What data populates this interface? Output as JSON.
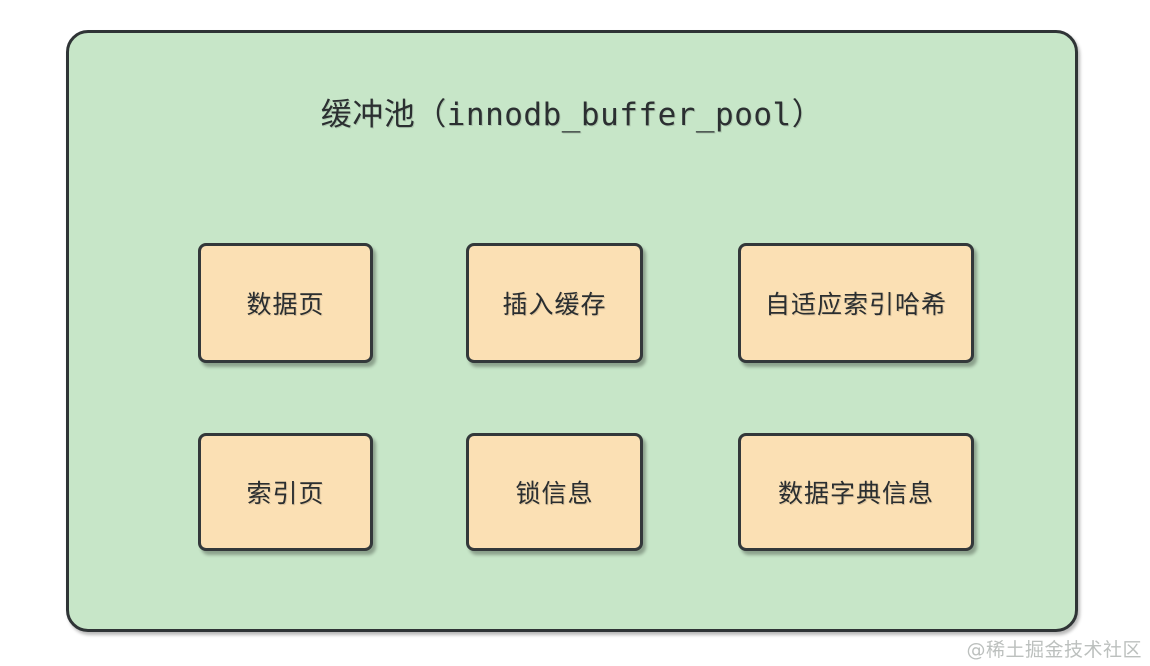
{
  "diagram": {
    "title_cn": "缓冲池（",
    "title_code": "innodb_buffer_pool",
    "title_close": "）",
    "container_name": "缓冲池（innodb_buffer_pool）",
    "container_fill": "#c7e6c8",
    "container_border": "#2f3436",
    "box_fill": "#fbe0b4",
    "box_border": "#33383a",
    "components": [
      {
        "id": "data-page",
        "label": "数据页"
      },
      {
        "id": "insert-buffer",
        "label": "插入缓存"
      },
      {
        "id": "adaptive-hash",
        "label": "自适应索引哈希"
      },
      {
        "id": "index-page",
        "label": "索引页"
      },
      {
        "id": "lock-info",
        "label": "锁信息"
      },
      {
        "id": "dict-info",
        "label": "数据字典信息"
      }
    ]
  },
  "watermark": {
    "text": "@稀土掘金技术社区"
  }
}
